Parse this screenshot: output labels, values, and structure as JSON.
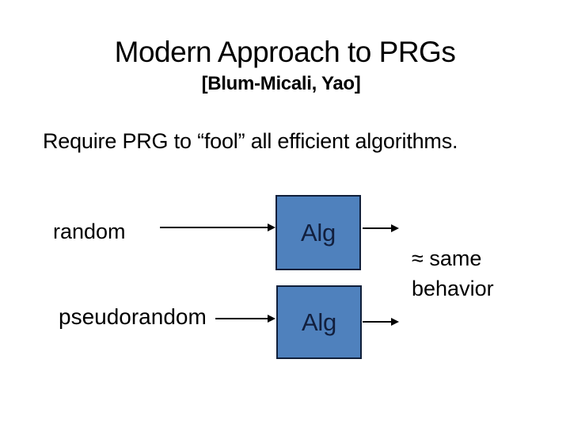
{
  "slide": {
    "title": "Modern Approach to PRGs",
    "subtitle": "[Blum-Micali, Yao]",
    "body": "Require PRG to “fool” all efficient algorithms.",
    "diagram": {
      "input_labels": [
        "random",
        "pseudorandom"
      ],
      "alg_label": "Alg",
      "note_line1": "≈ same",
      "note_line2": "behavior"
    },
    "colors": {
      "background": "#ffffff",
      "text": "#000000",
      "box_fill": "#4f81bd",
      "box_border": "#101f3a",
      "box_text": "#121f3d",
      "arrow": "#000000"
    }
  }
}
